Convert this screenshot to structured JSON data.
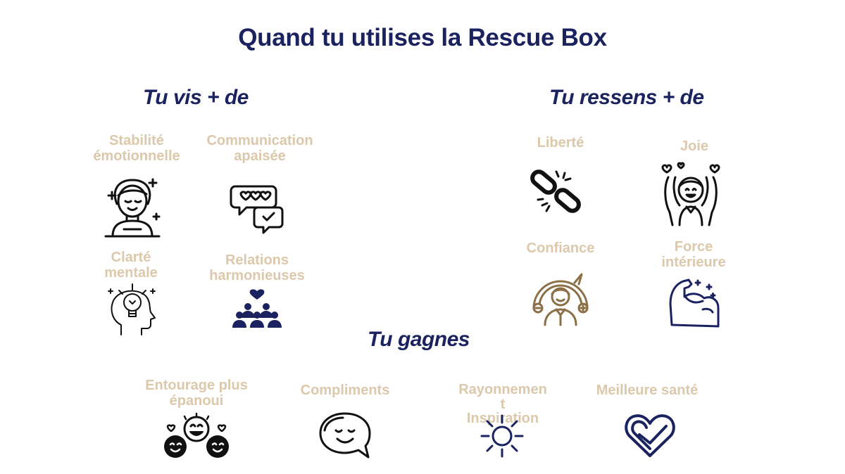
{
  "page_title": "Quand tu utilises la Rescue Box",
  "sections": {
    "vis": "Tu vis + de",
    "ressens": "Tu ressens + de",
    "gagnes": "Tu gagnes"
  },
  "vis_items": [
    {
      "line1": "Stabilité",
      "line2": "émotionnelle",
      "icon": "meditating-person-icon"
    },
    {
      "line1": "Communication",
      "line2": "apaisée",
      "icon": "chat-hearts-icon"
    },
    {
      "line1": "Clarté",
      "line2": "mentale",
      "icon": "head-lightbulb-icon"
    },
    {
      "line1": "Relations",
      "line2": "harmonieuses",
      "icon": "group-heart-icon"
    }
  ],
  "ressens_items": [
    {
      "line1": "Liberté",
      "line2": "",
      "icon": "broken-chain-icon"
    },
    {
      "line1": "Joie",
      "line2": "",
      "icon": "joyful-person-icon"
    },
    {
      "line1": "Confiance",
      "line2": "",
      "icon": "confidence-gauge-icon"
    },
    {
      "line1": "Force",
      "line2": "intérieure",
      "icon": "flexed-arm-icon"
    }
  ],
  "gagnes_items": [
    {
      "line1": "Entourage plus",
      "line2": "épanoui",
      "line3": "",
      "icon": "happy-faces-icon"
    },
    {
      "line1": "Compliments",
      "line2": "",
      "line3": "",
      "icon": "smiling-bubble-icon"
    },
    {
      "line1": "Rayonnemen",
      "line2": "t",
      "line3": "Inspiration",
      "icon": "sun-icon"
    },
    {
      "line1": "Meilleure santé",
      "line2": "",
      "line3": "",
      "icon": "heart-check-icon"
    }
  ],
  "colors": {
    "navy": "#1b2260",
    "beige": "#dcc8ab",
    "brown": "#8b6f47",
    "black": "#111111"
  }
}
